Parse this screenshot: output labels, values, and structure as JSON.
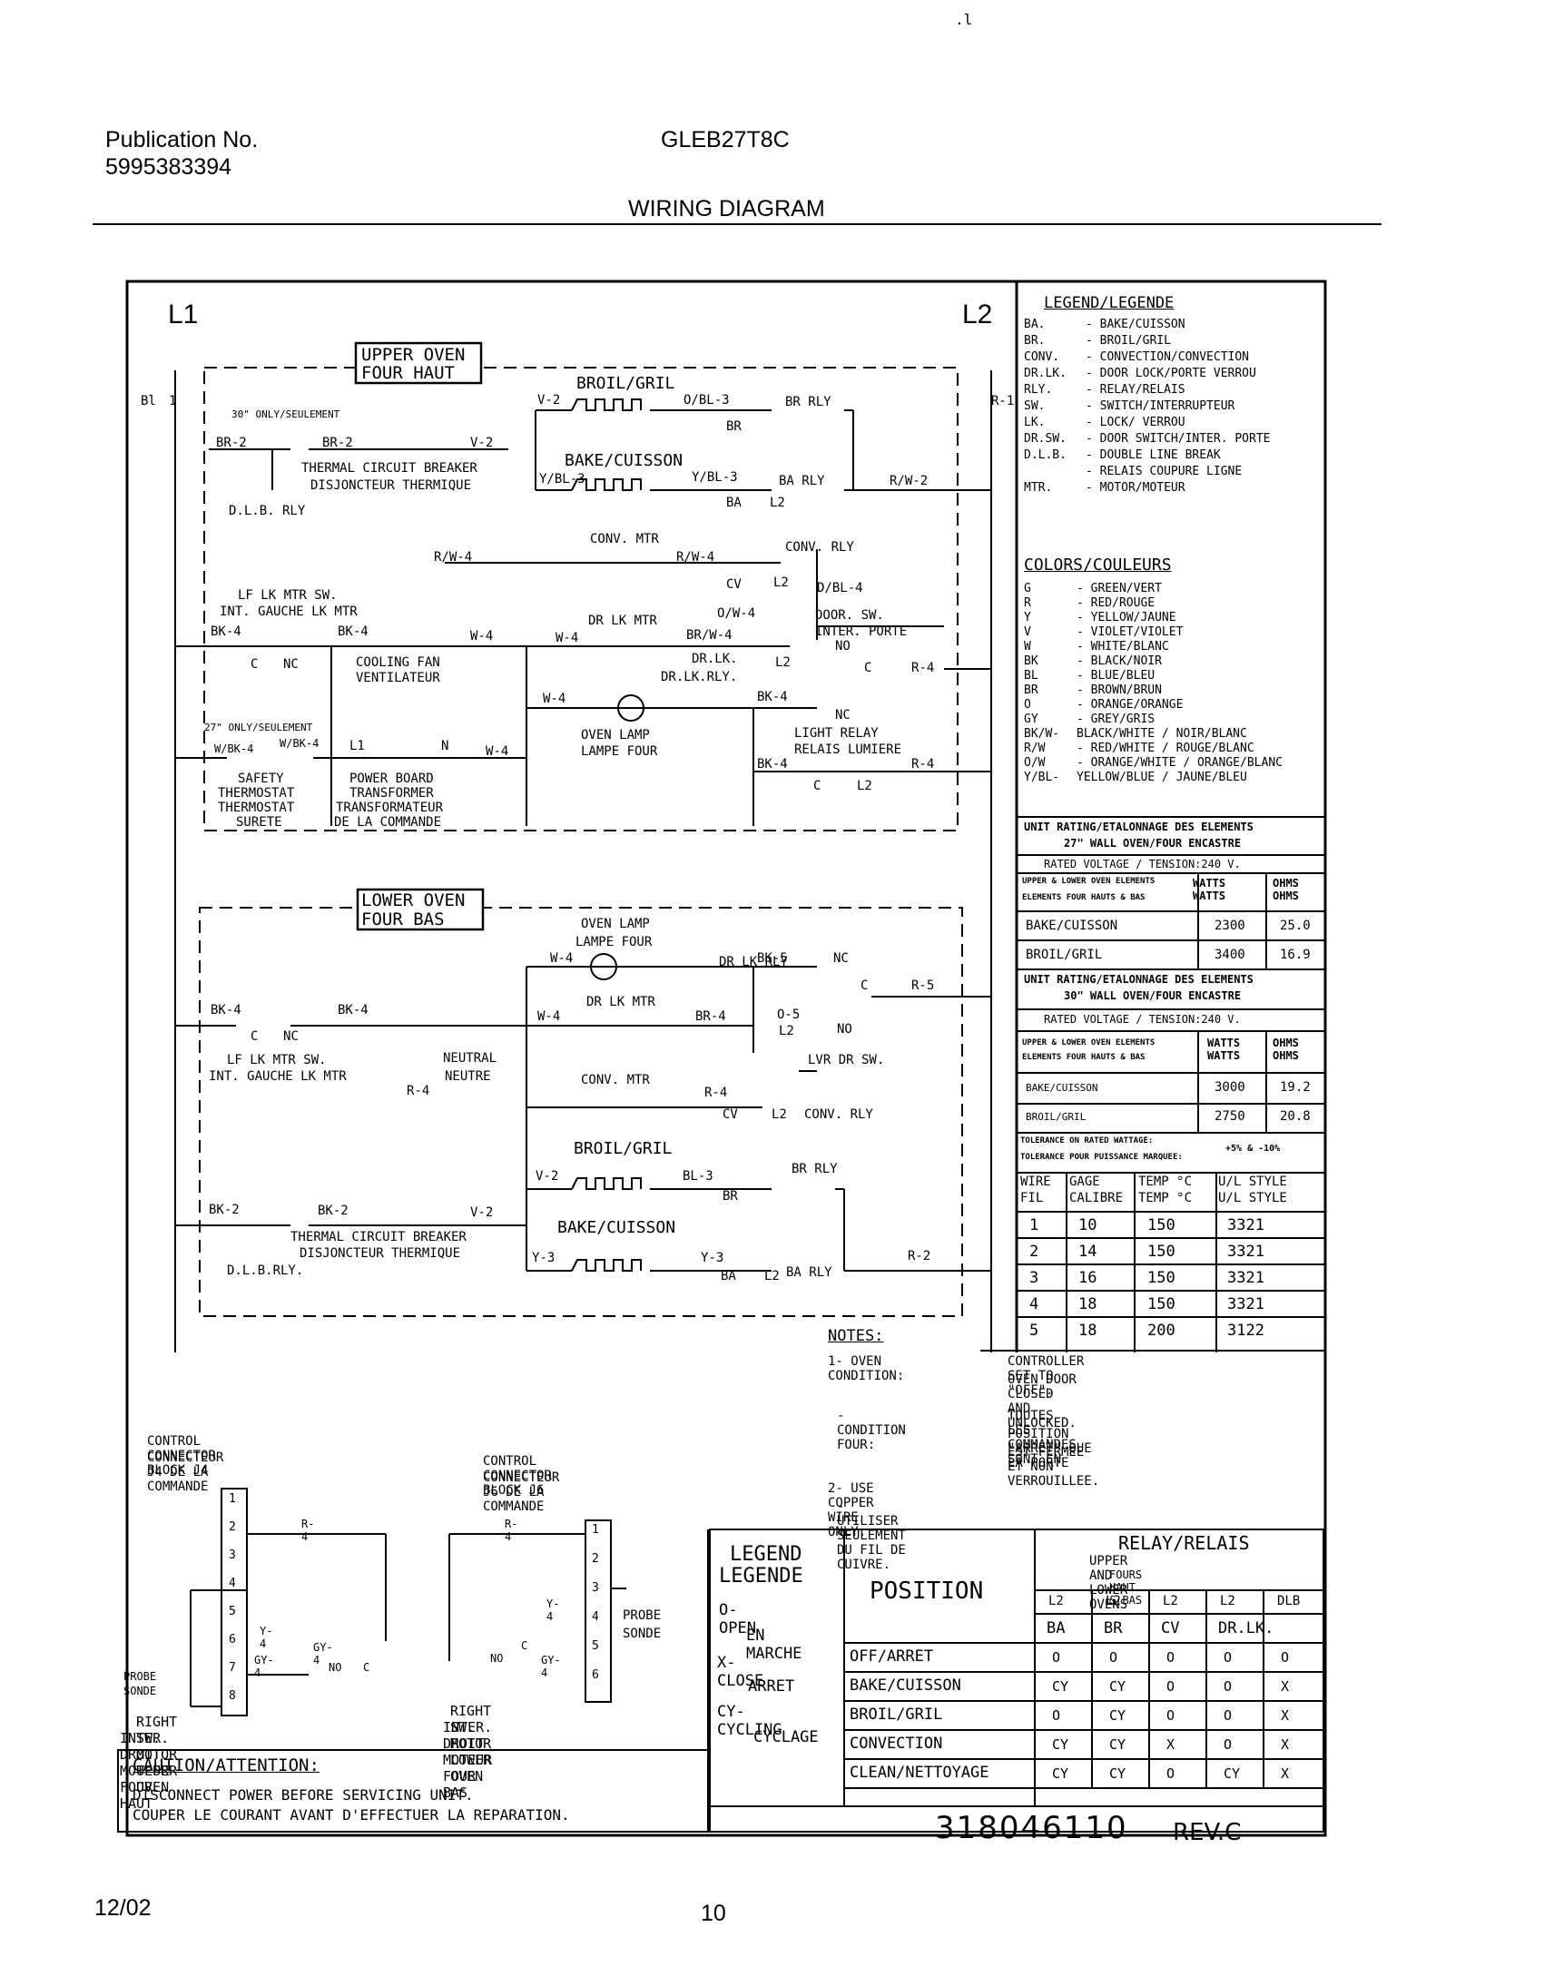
{
  "header": {
    "top_mark": ".l",
    "pub_label": "Publication No.",
    "pub_number": "5995383394",
    "model": "GLEB27T8C",
    "title": "WIRING DIAGRAM"
  },
  "footer": {
    "date": "12/02",
    "page": "10"
  },
  "diagram": {
    "l1": "L1",
    "l2": "L2",
    "bl1_left": "Bl",
    "bl1_right": "1",
    "r1_label": "R-1",
    "upper_box": [
      "UPPER OVEN",
      "FOUR HAUT"
    ],
    "lower_box": [
      "LOWER OVEN",
      "FOUR BAS"
    ],
    "upper": {
      "only30": "30\" ONLY/SEULEMENT",
      "br2": "BR-2",
      "br2b": "BR-2",
      "v2a": "V-2",
      "tcb1": "THERMAL CIRCUIT BREAKER",
      "tcb2": "DISJONCTEUR THERMIQUE",
      "dlb": "D.L.B. RLY",
      "broil": "BROIL/GRIL",
      "v2": "V-2",
      "obl3": "O/BL-3",
      "br_rly": "BR RLY",
      "br": "BR",
      "bake": "BAKE/CUISSON",
      "ybl3": "Y/BL-3",
      "ybl3b": "Y/BL-3",
      "ba_rly": "BA RLY",
      "ba": "BA",
      "l2a": "L2",
      "rw2": "R/W-2",
      "conv_mtr": "CONV. MTR",
      "rw4a": "R/W-4",
      "rw4b": "R/W-4",
      "conv_rly": "CONV. RLY",
      "cv": "CV",
      "l2b": "L2",
      "dbl4": "D/BL-4",
      "lf1": "LF LK MTR SW.",
      "lf2": "INT. GAUCHE LK MTR",
      "bk4a": "BK-4",
      "bk4b": "BK-4",
      "c": "C",
      "nc": "NC",
      "fan1": "COOLING FAN",
      "fan2": "VENTILATEUR",
      "w4a": "W-4",
      "drlk": "DR LK MTR",
      "w4b": "W-4",
      "brw4": "BR/W-4",
      "ow4": "O/W-4",
      "door1": "DOOR. SW.",
      "door2": "INTER. PORTE",
      "no1": "NO",
      "drlk2": "DR.LK.",
      "drlk3": "DR.LK.RLY.",
      "l2c": "L2",
      "c2": "C",
      "r4a": "R-4",
      "w4c": "W-4",
      "bk4c": "BK-4",
      "nc2": "NC",
      "lamp1": "OVEN LAMP",
      "lamp2": "LAMPE FOUR",
      "light1": "LIGHT RELAY",
      "light2": "RELAIS LUMIERE",
      "bk4d": "BK-4",
      "r4b": "R-4",
      "c3": "C",
      "l2d": "L2",
      "only27": "27\" ONLY/SEULEMENT",
      "wbk4": "W/BK-4",
      "wbk4b": "W/BK-4",
      "l1b": "L1",
      "n": "N",
      "w4d": "W-4",
      "safe1": "SAFETY",
      "safe2": "THERMOSTAT",
      "safe3": "THERMOSTAT",
      "safe4": "SURETE",
      "pb1": "POWER BOARD",
      "pb2": "TRANSFORMER",
      "pb3": "TRANSFORMATEUR",
      "pb4": "DE LA COMMANDE"
    },
    "lower": {
      "lamp1": "OVEN LAMP",
      "lamp2": "LAMPE FOUR",
      "w4a": "W-4",
      "bk5": "BK-5",
      "nc": "NC",
      "bk4a": "BK-4",
      "bk4b": "BK-4",
      "c": "C",
      "nc2": "NC",
      "drlkrly": "DR LK RLY",
      "c2": "C",
      "r5": "R-5",
      "w4b": "W-4",
      "drlk": "DR LK MTR",
      "br4": "BR-4",
      "o5": "O-5",
      "l2a": "L2",
      "no": "NO",
      "lvr": "LVR DR SW.",
      "lf1": "LF LK MTR SW.",
      "lf2": "INT. GAUCHE LK MTR",
      "neut1": "NEUTRAL",
      "neut2": "NEUTRE",
      "r4a": "R-4",
      "conv_mtr": "CONV. MTR",
      "r4b": "R-4",
      "cv": "CV",
      "l2b": "L2",
      "conv_rly": "CONV. RLY",
      "broil": "BROIL/GRIL",
      "v2": "V-2",
      "bl3": "BL-3",
      "br_rly": "BR RLY",
      "br": "BR",
      "bk2": "BK-2",
      "bk2b": "BK-2",
      "v2b": "V-2",
      "tcb1": "THERMAL CIRCUIT BREAKER",
      "tcb2": "DISJONCTEUR THERMIQUE",
      "dlb": "D.L.B.RLY.",
      "bake": "BAKE/CUISSON",
      "y3": "Y-3",
      "y3b": "Y-3",
      "ba": "BA",
      "l2c": "L2",
      "ba_rly": "BA RLY",
      "r2": "R-2"
    }
  },
  "legend_abbrev": {
    "title": "LEGEND/LEGENDE",
    "rows": [
      [
        "BA.",
        "- BAKE/CUISSON"
      ],
      [
        "BR.",
        "- BROIL/GRIL"
      ],
      [
        "CONV.",
        "- CONVECTION/CONVECTION"
      ],
      [
        "DR.LK.",
        "- DOOR LOCK/PORTE VERROU"
      ],
      [
        "RLY.",
        "- RELAY/RELAIS"
      ],
      [
        "SW.",
        "- SWITCH/INTERRUPTEUR"
      ],
      [
        "LK.",
        "- LOCK/ VERROU"
      ],
      [
        "DR.SW.",
        "- DOOR SWITCH/INTER. PORTE"
      ],
      [
        "D.L.B.",
        "- DOUBLE LINE BREAK"
      ],
      [
        "",
        "- RELAIS COUPURE LIGNE"
      ],
      [
        "MTR.",
        "- MOTOR/MOTEUR"
      ]
    ]
  },
  "colors": {
    "title": "COLORS/COULEURS",
    "rows": [
      [
        "G",
        "- GREEN/VERT"
      ],
      [
        "R",
        "- RED/ROUGE"
      ],
      [
        "Y",
        "- YELLOW/JAUNE"
      ],
      [
        "V",
        "- VIOLET/VIOLET"
      ],
      [
        "W",
        "- WHITE/BLANC"
      ],
      [
        "BK",
        "- BLACK/NOIR"
      ],
      [
        "BL",
        "- BLUE/BLEU"
      ],
      [
        "BR",
        "- BROWN/BRUN"
      ],
      [
        "O",
        "- ORANGE/ORANGE"
      ],
      [
        "GY",
        "- GREY/GRIS"
      ],
      [
        "BK/W-",
        "BLACK/WHITE / NOIR/BLANC"
      ],
      [
        "R/W",
        "- RED/WHITE / ROUGE/BLANC"
      ],
      [
        "O/W",
        "- ORANGE/WHITE / ORANGE/BLANC"
      ],
      [
        "Y/BL-",
        "YELLOW/BLUE / JAUNE/BLEU"
      ]
    ]
  },
  "rating27": {
    "title1": "UNIT RATING/ETALONNAGE DES ELEMENTS",
    "title2": "27\" WALL OVEN/FOUR ENCASTRE",
    "voltage": "RATED VOLTAGE / TENSION:240 V.",
    "h1": "UPPER & LOWER OVEN ELEMENTS",
    "h1b": "ELEMENTS FOUR HAUTS & BAS",
    "h2": "WATTS",
    "h2b": "WATTS",
    "h3": "OHMS",
    "h3b": "OHMS",
    "rows": [
      [
        "BAKE/CUISSON",
        "2300",
        "25.0"
      ],
      [
        "BROIL/GRIL",
        "3400",
        "16.9"
      ]
    ]
  },
  "rating30": {
    "title1": "UNIT RATING/ETALONNAGE DES ELEMENTS",
    "title2": "30\" WALL OVEN/FOUR ENCASTRE",
    "voltage": "RATED VOLTAGE / TENSION:240 V.",
    "h1": "UPPER & LOWER OVEN ELEMENTS",
    "h1b": "ELEMENTS FOUR HAUTS & BAS",
    "h2": "WATTS",
    "h2b": "WATTS",
    "h3": "OHMS",
    "h3b": "OHMS",
    "rows": [
      [
        "BAKE/CUISSON",
        "3000",
        "19.2"
      ],
      [
        "BROIL/GRIL",
        "2750",
        "20.8"
      ]
    ],
    "tol1": "TOLERANCE ON RATED WATTAGE:",
    "tol2": "TOLERANCE POUR PUISSANCE MARQUEE:",
    "tol_val": "+5% & -10%"
  },
  "wire_table": {
    "headers": [
      [
        "WIRE",
        "FIL"
      ],
      [
        "GAGE",
        "CALIBRE"
      ],
      [
        "TEMP °C",
        "TEMP °C"
      ],
      [
        "U/L STYLE",
        "U/L STYLE"
      ]
    ],
    "rows": [
      [
        "1",
        "10",
        "150",
        "3321"
      ],
      [
        "2",
        "14",
        "150",
        "3321"
      ],
      [
        "3",
        "16",
        "150",
        "3321"
      ],
      [
        "4",
        "18",
        "150",
        "3321"
      ],
      [
        "5",
        "18",
        "200",
        "3122"
      ]
    ]
  },
  "notes": {
    "title": "NOTES:",
    "n1a": "1- OVEN CONDITION:",
    "n1b": "CONTROLLER SET TO \"OFF\".",
    "n1c": "OVEN DOOR CLOSED AND UNLOCKED.",
    "n1d": "- CONDITION FOUR:",
    "n1e": "TOUTES LES COMMANDES SONT EN",
    "n1f": "POSITION \"ARRET\".QUE LA PORTE",
    "n1g": "EST FERMEE ET NON VERROUILLEE.",
    "n2a": "2- USE COPPER WIRE ONLY.",
    "n2b": "- UTILISER SEULEMENT DU FIL DE CUIVRE."
  },
  "j4": {
    "t1": "CONTROL CONNECTOR BLOCK J4",
    "t2": "CONNECTEUR J4 DE LA COMMANDE",
    "pins": [
      "1",
      "2",
      "3",
      "4",
      "5",
      "6",
      "7",
      "8"
    ],
    "r4": "R-4",
    "y4": "Y-4",
    "gy4": "GY-4",
    "gy4b": "GY-4",
    "no": "NO",
    "c": "C",
    "probe1": "PROBE",
    "probe2": "SONDE",
    "sw1": "RIGHT SW. MOTOR UPPER OVEN",
    "sw2": "INTER. DROIT MOTEUR FOUR HAUT"
  },
  "j6": {
    "t1": "CONTROL CONNECTOR BLOCK J6",
    "t2": "CONNECTEUR J6 DE LA COMMANDE",
    "pins": [
      "1",
      "2",
      "3",
      "4",
      "5",
      "6"
    ],
    "r4": "R-4",
    "y4": "Y-4",
    "gy4": "GY-4",
    "no": "NO",
    "c": "C",
    "probe1": "PROBE",
    "probe2": "SONDE",
    "sw1": "RIGHT SW. MOTOR LOWER OVEN",
    "sw2": "INTER. DROIT MOTEUR FOUR BAS"
  },
  "caution": {
    "title": "CAUTION/ATTENTION:",
    "l1": "DISCONNECT POWER BEFORE SERVICING UNIT.",
    "l2": "COUPER LE COURANT AVANT D'EFFECTUER LA REPARATION."
  },
  "relay_table": {
    "legend1": "LEGEND",
    "legend2": "LEGENDE",
    "k1": "O- OPEN",
    "k2": "EN MARCHE",
    "k3": "X- CLOSE",
    "k4": "ARRET",
    "k5": "CY- CYCLING",
    "k6": "CYCLAGE",
    "position": "POSITION",
    "title": "RELAY/RELAIS",
    "sub1": "UPPER AND LOWER OVENS",
    "sub2": "FOURS HAUT & BAS",
    "l2row": [
      "L2",
      "L2",
      "L2",
      "L2",
      "DLB"
    ],
    "cols": [
      "BA",
      "BR",
      "CV",
      "DR.LK."
    ],
    "rows": [
      [
        "OFF/ARRET",
        "O",
        "O",
        "O",
        "O",
        "O"
      ],
      [
        "BAKE/CUISSON",
        "CY",
        "CY",
        "O",
        "O",
        "X"
      ],
      [
        "BROIL/GRIL",
        "O",
        "CY",
        "O",
        "O",
        "X"
      ],
      [
        "CONVECTION",
        "CY",
        "CY",
        "X",
        "O",
        "X"
      ],
      [
        "CLEAN/NETTOYAGE",
        "CY",
        "CY",
        "O",
        "CY",
        "X"
      ]
    ],
    "part": "318046110",
    "rev": "REV.C"
  }
}
